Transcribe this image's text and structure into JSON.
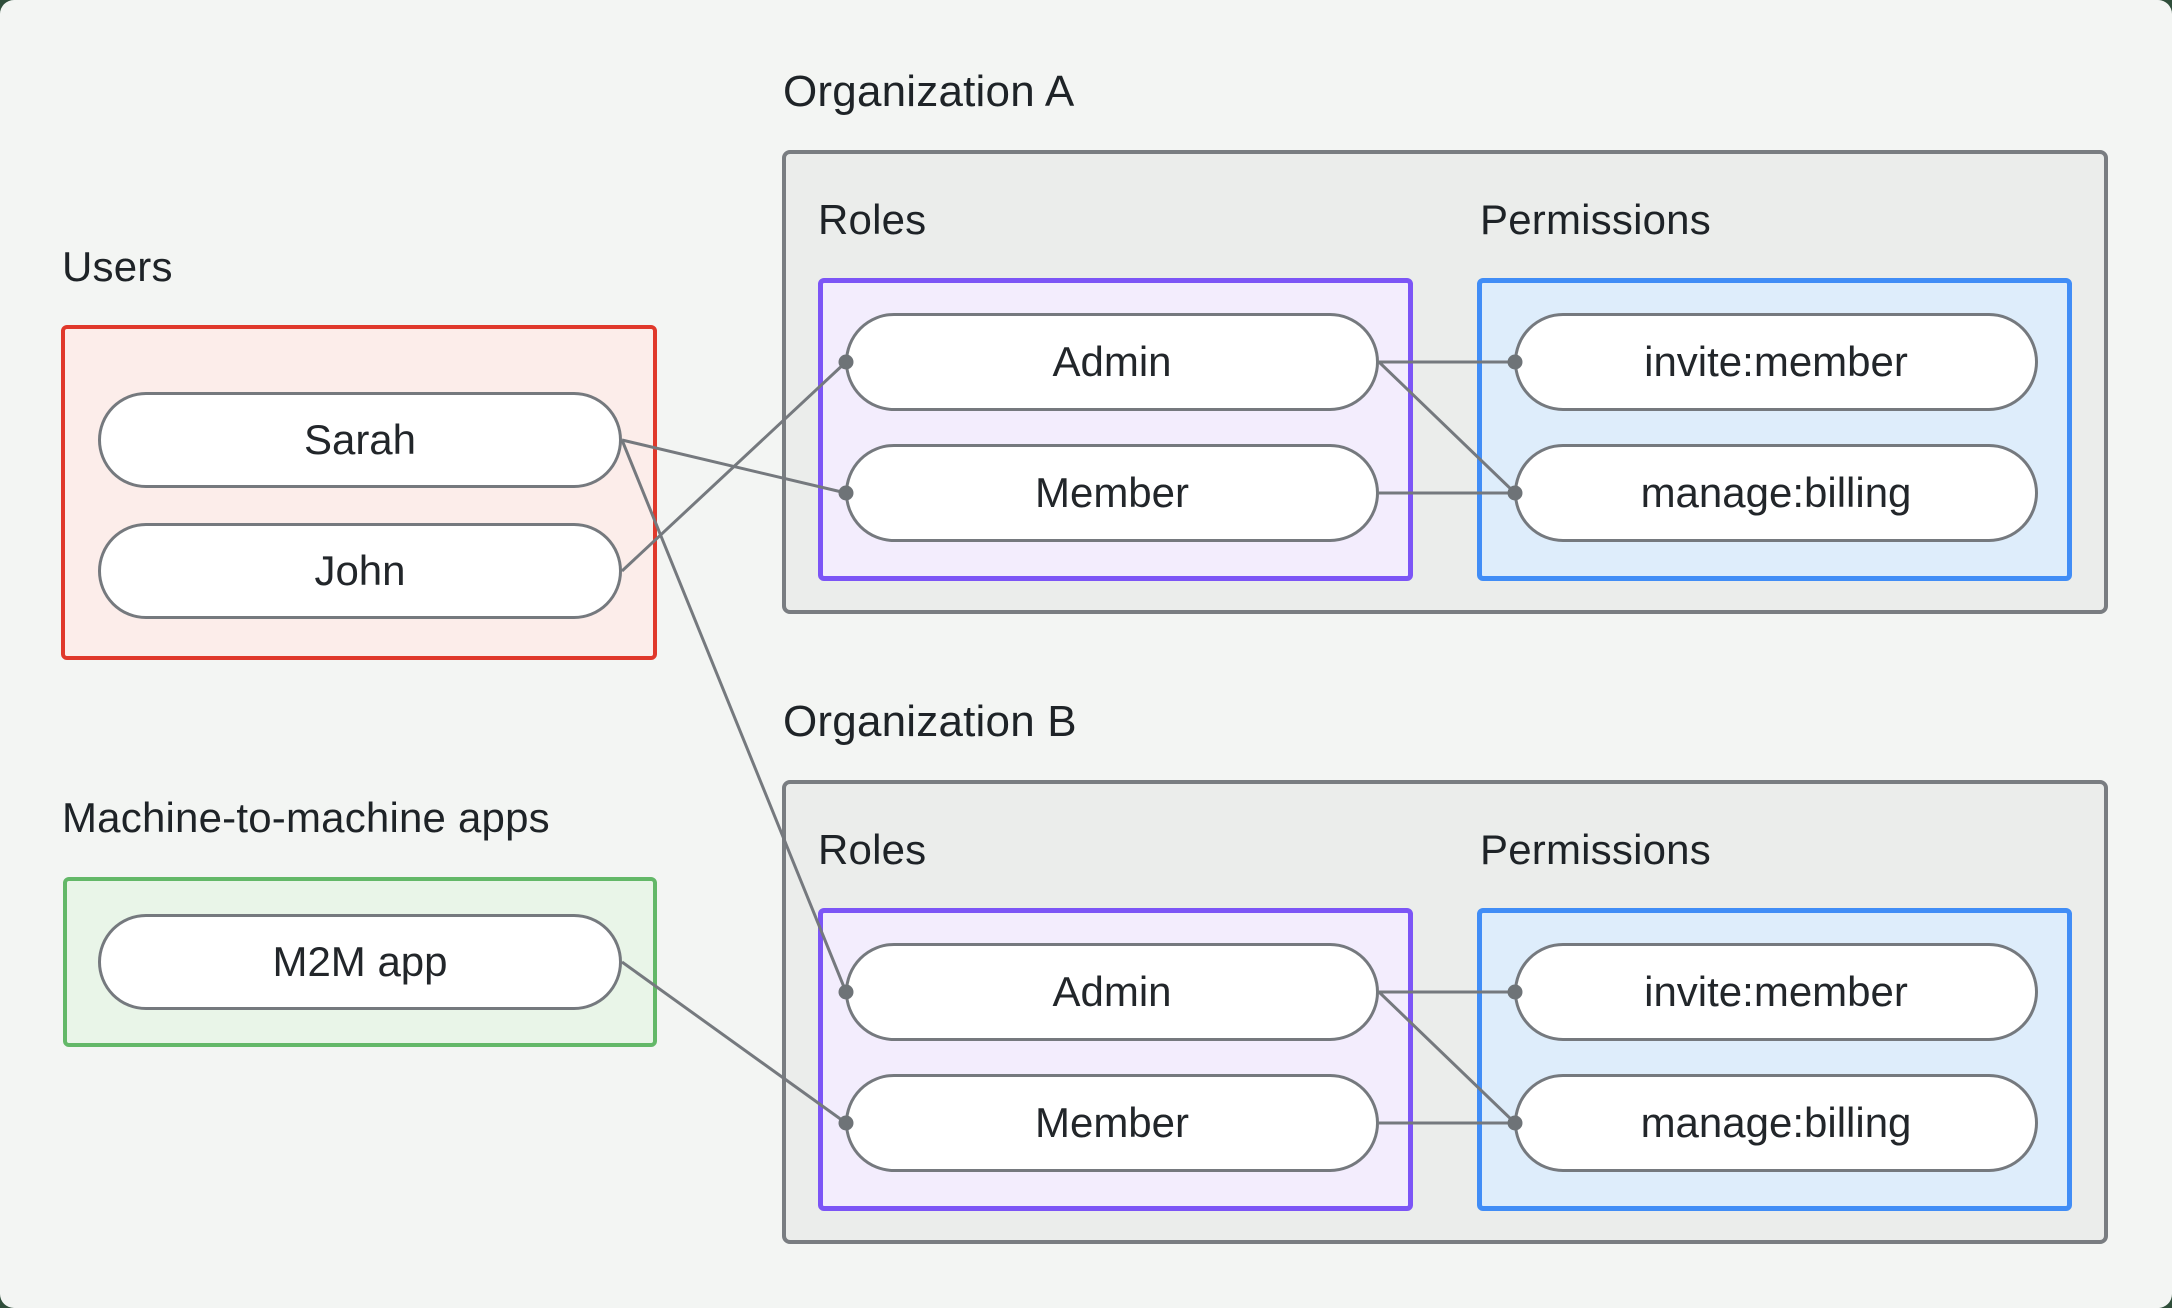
{
  "page": {
    "background_color": "#f3f5f3",
    "outside_color": "#2f4e3a"
  },
  "users_section": {
    "label": "Users",
    "items": [
      {
        "label": "Sarah"
      },
      {
        "label": "John"
      }
    ]
  },
  "m2m_section": {
    "label": "Machine-to-machine apps",
    "items": [
      {
        "label": "M2M app"
      }
    ]
  },
  "organizations": [
    {
      "title": "Organization A",
      "roles_label": "Roles",
      "permissions_label": "Permissions",
      "roles": [
        "Admin",
        "Member"
      ],
      "permissions": [
        "invite:member",
        "manage:billing"
      ]
    },
    {
      "title": "Organization B",
      "roles_label": "Roles",
      "permissions_label": "Permissions",
      "roles": [
        "Admin",
        "Member"
      ],
      "permissions": [
        "invite:member",
        "manage:billing"
      ]
    }
  ],
  "connections": {
    "user_to_role": [
      {
        "from": "Sarah",
        "to_org": "Organization A",
        "to_role": "Member"
      },
      {
        "from": "John",
        "to_org": "Organization A",
        "to_role": "Admin"
      },
      {
        "from": "Sarah",
        "to_org": "Organization B",
        "to_role": "Admin"
      },
      {
        "from": "M2M app",
        "to_org": "Organization B",
        "to_role": "Member"
      }
    ],
    "role_to_permission": [
      {
        "org": "Organization A",
        "from": "Admin",
        "to": "invite:member"
      },
      {
        "org": "Organization A",
        "from": "Admin",
        "to": "manage:billing"
      },
      {
        "org": "Organization A",
        "from": "Member",
        "to": "manage:billing"
      },
      {
        "org": "Organization B",
        "from": "Admin",
        "to": "invite:member"
      },
      {
        "org": "Organization B",
        "from": "Admin",
        "to": "manage:billing"
      },
      {
        "org": "Organization B",
        "from": "Member",
        "to": "manage:billing"
      }
    ]
  },
  "colors": {
    "users_box_border": "#e0382b",
    "users_box_fill": "#fcedea",
    "m2m_box_border": "#63b868",
    "m2m_box_fill": "#e9f5e8",
    "org_box_border": "#797d81",
    "org_box_fill": "#ebedeb",
    "roles_box_border": "#7c55f6",
    "roles_box_fill": "#f3edfd",
    "permissions_box_border": "#418df6",
    "permissions_box_fill": "#deedfb",
    "node_fill": "#ffffff",
    "node_border": "#75797e",
    "edge_color": "#75797e",
    "text_color": "#1e2327"
  }
}
